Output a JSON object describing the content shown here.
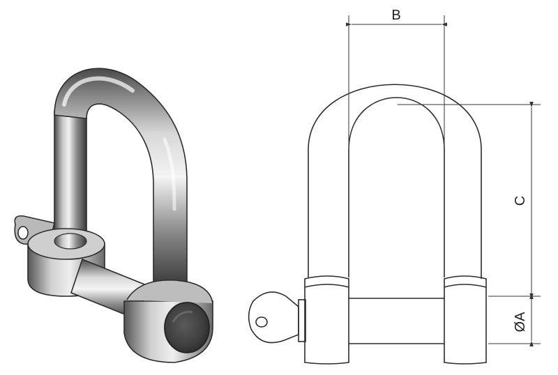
{
  "figure": {
    "render_view": "3d-shaded-shackle",
    "drawing_view": "front-line-drawing",
    "dimension_labels": {
      "width": "B",
      "height": "C",
      "pin_diameter": "ØA"
    },
    "colors": {
      "line": "#2b2b2b",
      "dimension": "#333333",
      "metal_light": "#e6e6e6",
      "metal_mid": "#9a9a9a",
      "metal_dark": "#3a3a3a"
    }
  }
}
